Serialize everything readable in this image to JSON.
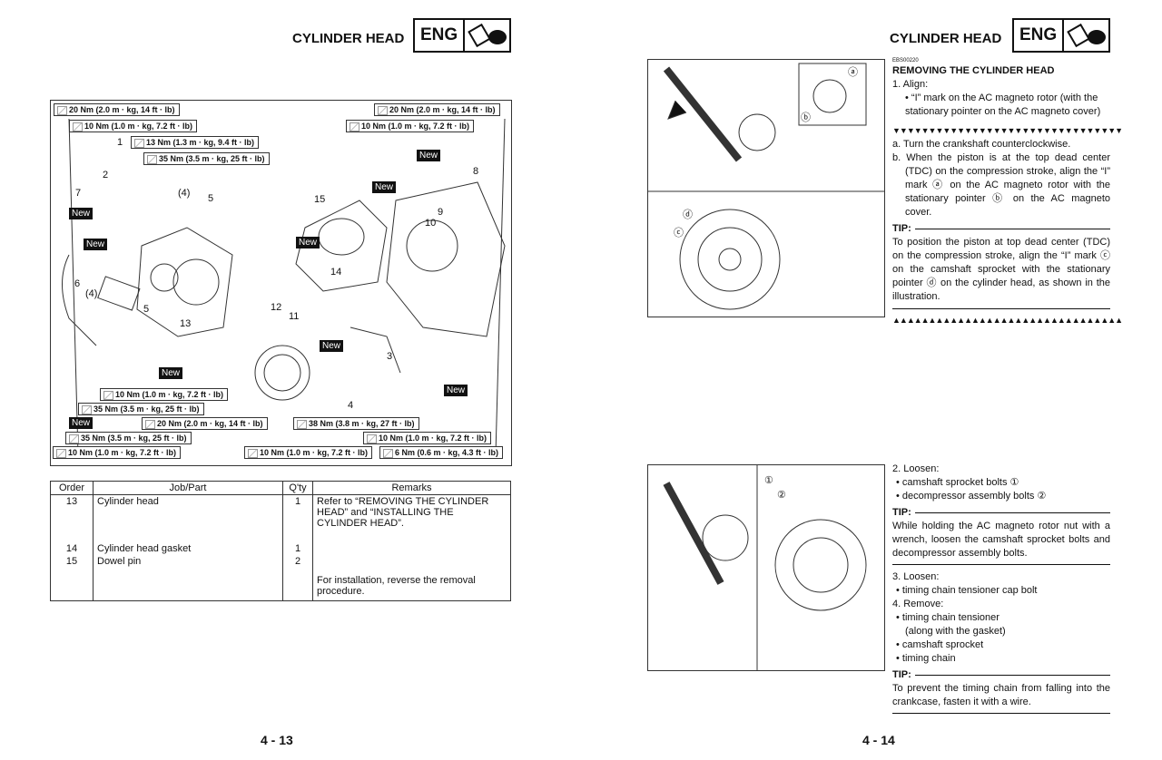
{
  "left": {
    "header": {
      "title": "CYLINDER HEAD",
      "badge": "ENG"
    },
    "torque_labels": [
      "20 Nm (2.0 m · kg, 14 ft · lb)",
      "10 Nm (1.0 m · kg, 7.2 ft · lb)",
      "13 Nm (1.3 m · kg, 9.4 ft · lb)",
      "35 Nm (3.5 m · kg, 25 ft · lb)",
      "20 Nm (2.0 m · kg, 14 ft · lb)",
      "10 Nm (1.0 m · kg, 7.2 ft · lb)",
      "10 Nm (1.0 m · kg, 7.2 ft · lb)",
      "35 Nm (3.5 m · kg, 25 ft · lb)",
      "20 Nm (2.0 m · kg, 14 ft · lb)",
      "38 Nm (3.8 m · kg, 27 ft · lb)",
      "35 Nm (3.5 m · kg, 25 ft · lb)",
      "10 Nm (1.0 m · kg, 7.2 ft · lb)",
      "10 Nm (1.0 m · kg, 7.2 ft · lb)",
      "10 Nm (1.0 m · kg, 7.2 ft · lb)",
      "6 Nm (0.6 m · kg, 4.3 ft · lb)"
    ],
    "new_label": "New",
    "part_numbers": [
      "1",
      "2",
      "7",
      "(4)",
      "5",
      "6",
      "(4)",
      "5",
      "13",
      "15",
      "9",
      "10",
      "8",
      "14",
      "12",
      "11",
      "3",
      "4"
    ],
    "table": {
      "headers": [
        "Order",
        "Job/Part",
        "Q'ty",
        "Remarks"
      ],
      "rows": [
        {
          "order": "13",
          "part": "Cylinder head",
          "qty": "1",
          "remarks": "Refer to “REMOVING THE CYLINDER HEAD” and “INSTALLING THE CYLINDER HEAD”."
        },
        {
          "order": "14",
          "part": "Cylinder head gasket",
          "qty": "1",
          "remarks": ""
        },
        {
          "order": "15",
          "part": "Dowel pin",
          "qty": "2",
          "remarks": ""
        },
        {
          "order": "",
          "part": "",
          "qty": "",
          "remarks": "For installation, reverse the removal procedure."
        }
      ]
    },
    "page_number": "4 - 13"
  },
  "right": {
    "header": {
      "title": "CYLINDER HEAD",
      "badge": "ENG"
    },
    "code": "EBS00220",
    "section_title": "REMOVING THE CYLINDER HEAD",
    "step1": "1. Align:",
    "step1_bullet": "• “I” mark on the AC magneto rotor (with the stationary pointer on the AC magneto cover)",
    "step_a": "a. Turn the crankshaft counterclockwise.",
    "step_b": "b. When the piston is at the top dead center (TDC) on the compression stroke, align the “I” mark ⓐ on the AC magneto rotor with the stationary pointer ⓑ on the AC magneto cover.",
    "tip_label": "TIP:",
    "tip1": "To position the piston at top dead center (TDC) on the compression stroke, align the “I” mark ⓒ on the camshaft sprocket with the stationary pointer ⓓ on the cylinder head, as shown in the illustration.",
    "step2": "2. Loosen:",
    "step2_bullets": [
      "• camshaft sprocket bolts ①",
      "• decompressor assembly bolts ②"
    ],
    "tip2": "While holding the AC magneto rotor nut with a wrench, loosen the camshaft sprocket bolts and decompressor assembly bolts.",
    "step3": "3. Loosen:",
    "step3_bullet": "• timing chain tensioner cap bolt",
    "step4": "4. Remove:",
    "step4_bullets": [
      "• timing chain tensioner",
      "(along with the gasket)",
      "• camshaft sprocket",
      "• timing chain"
    ],
    "tip3": "To prevent the timing chain from falling into the crankcase, fasten it with a wire.",
    "figure_labels": {
      "a": "ⓐ",
      "b": "ⓑ",
      "c": "ⓒ",
      "d": "ⓓ",
      "one": "①",
      "two": "②"
    },
    "page_number": "4 - 14"
  }
}
